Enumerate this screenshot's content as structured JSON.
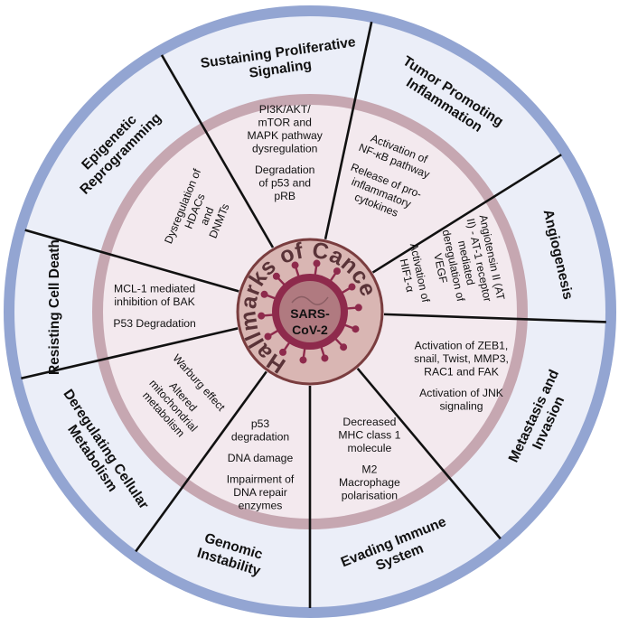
{
  "title": "Hallmarks of Cancer",
  "center_label": [
    "SARS-",
    "CoV-2"
  ],
  "colors": {
    "outer_ring": "#93a5d2",
    "outer_fill": "#ebeef8",
    "inner_ring": "#c6a7b1",
    "inner_fill": "#f3e9ee",
    "core_ring": "#7a3d3f",
    "core_fill": "#d9b6b3",
    "virus": "#8e2a4c",
    "dividers": "#111111"
  },
  "hallmarks": [
    {
      "name": [
        "Sustaining Proliferative",
        "Signaling"
      ],
      "details": [
        "PI3K/AKT/",
        "mTOR and",
        "MAPK pathway",
        "dysregulation",
        "",
        "Degradation",
        "of p53 and",
        "pRB"
      ]
    },
    {
      "name": [
        "Tumor Promoting",
        "Inflammation"
      ],
      "details": [
        "Activation of",
        "NF-κB pathway",
        "",
        "Release of pro-",
        "inflammatory",
        "cytokines"
      ]
    },
    {
      "name": [
        "Angiogenesis"
      ],
      "details": [
        "Angiotensin II (AT",
        "II) - AT-1 receptor",
        "mediated",
        "deregulation of",
        "VEGF",
        "",
        "Activation of",
        "HIF1-α"
      ]
    },
    {
      "name": [
        "Metastasis and",
        "Invasion"
      ],
      "details": [
        "Activation of ZEB1,",
        "snail, Twist, MMP3,",
        "RAC1 and FAK",
        "",
        "Activation of JNK",
        "signaling"
      ]
    },
    {
      "name": [
        "Evading Immune",
        "System"
      ],
      "details": [
        "Decreased",
        "MHC class 1",
        "molecule",
        "",
        "M2",
        "Macrophage",
        "polarisation"
      ]
    },
    {
      "name": [
        "Genomic",
        "Instability"
      ],
      "details": [
        "p53",
        "degradation",
        "",
        "DNA damage",
        "",
        "Impairment of",
        "DNA repair",
        "enzymes"
      ]
    },
    {
      "name": [
        "Deregulating Cellular",
        "Metabolism"
      ],
      "details": [
        "Warburg effect",
        "",
        "Altered",
        "mitochondrial",
        "metabolism"
      ]
    },
    {
      "name": [
        "Resisting Cell Death"
      ],
      "details": [
        "MCL-1 mediated",
        "inhibition of BAK",
        "",
        "P53 Degradation"
      ]
    },
    {
      "name": [
        "Epigenetic",
        "Reprogramming"
      ],
      "details": [
        "Dysregulation of",
        "HDACs",
        "and",
        "DNMTs"
      ]
    }
  ]
}
